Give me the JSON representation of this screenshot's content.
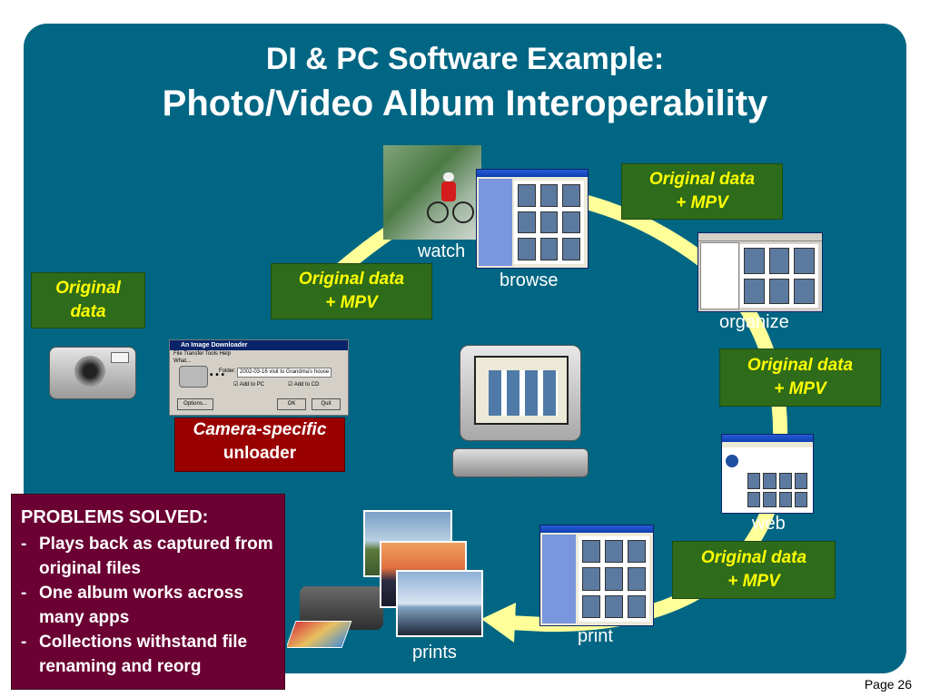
{
  "slide": {
    "title_line1": "DI & PC Software Example:",
    "title_line2": "Photo/Video Album Interoperability",
    "page_number": "Page 26"
  },
  "boxes": {
    "left_original_line1": "Original",
    "left_original_line2": "data",
    "mpv_line1": "Original data",
    "mpv_line2": "+ MPV"
  },
  "labels": {
    "watch": "watch",
    "browse": "browse",
    "organize": "organize",
    "web": "web",
    "print": "print",
    "prints": "prints"
  },
  "unloader": {
    "line1": "Camera-specific",
    "line2": "unloader"
  },
  "dialog": {
    "title": "An Image Downloader",
    "menu": "File   Transfer   Tools   Help",
    "what": "What...",
    "folder_label": "Folder:",
    "folder_value": "2002-03-16 visit to Grandma's house",
    "add_to_pc": "Add to PC",
    "add_to_cd": "Add to CD",
    "options": "Options...",
    "ok": "OK",
    "quit": "Quit",
    "dots": "• • •"
  },
  "problems": {
    "heading": "PROBLEMS SOLVED:",
    "dash": "-",
    "items": [
      "Plays back as captured from original files",
      "One album works across many apps",
      "Collections withstand file renaming and reorg"
    ]
  },
  "colors": {
    "panel": "#006683",
    "ring": "#ffff99",
    "green_box": "#2e6b1a",
    "box_text": "#ffff00",
    "red_box": "#990000",
    "problems_box": "#6b0033"
  }
}
